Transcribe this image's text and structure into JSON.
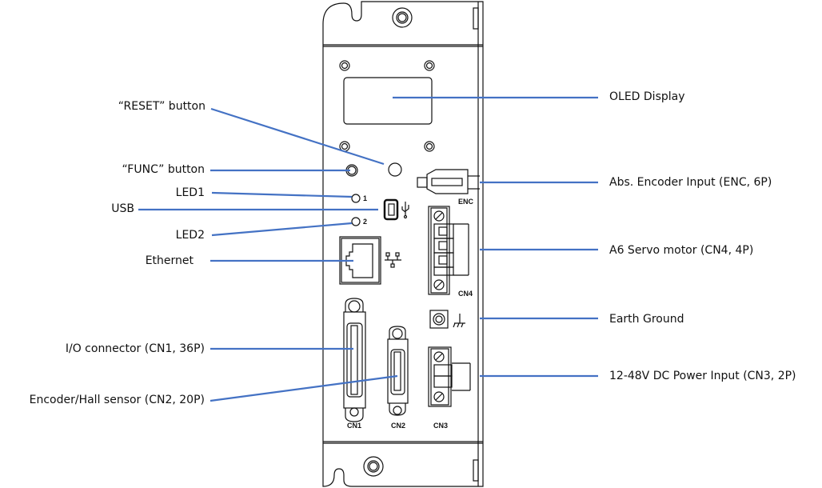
{
  "left_callouts": [
    {
      "id": "reset",
      "label": "“RESET” button"
    },
    {
      "id": "func",
      "label": "“FUNC” button"
    },
    {
      "id": "led1",
      "label": "LED1"
    },
    {
      "id": "usb",
      "label": "USB"
    },
    {
      "id": "led2",
      "label": "LED2"
    },
    {
      "id": "ethernet",
      "label": "Ethernet"
    },
    {
      "id": "cn1",
      "label": "I/O connector (CN1, 36P)"
    },
    {
      "id": "cn2",
      "label": "Encoder/Hall sensor (CN2, 20P)"
    }
  ],
  "right_callouts": [
    {
      "id": "oled",
      "label": "OLED Display"
    },
    {
      "id": "enc",
      "label": "Abs. Encoder Input (ENC, 6P)"
    },
    {
      "id": "cn4",
      "label": "A6 Servo motor (CN4, 4P)"
    },
    {
      "id": "earth",
      "label": "Earth Ground"
    },
    {
      "id": "cn3",
      "label": "12-48V DC Power Input (CN3, 2P)"
    }
  ],
  "silkscreen": {
    "led1": "1",
    "led2": "2",
    "enc": "ENC",
    "cn4": "CN4",
    "cn1": "CN1",
    "cn2": "CN2",
    "cn3": "CN3"
  },
  "colors": {
    "leader": "#4472c4",
    "outline": "#111111"
  }
}
